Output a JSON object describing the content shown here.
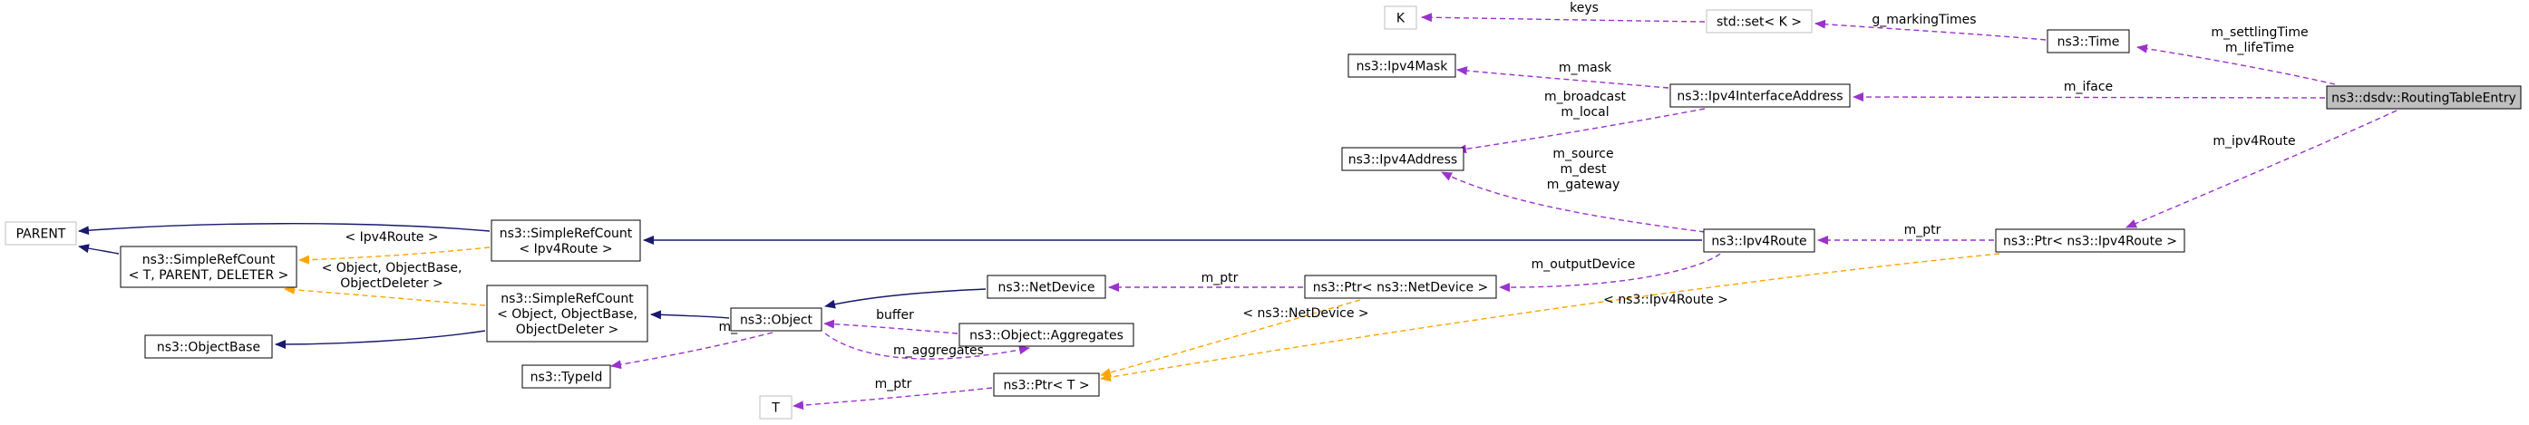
{
  "colors": {
    "usage_edge": "#9a32cd",
    "inherit_edge": "#191970",
    "template_edge": "#ffa500",
    "node_border": "#000000",
    "external_border": "#bfbfbf",
    "focus_fill": "#bfbfbf"
  },
  "nodes": [
    {
      "id": "routingtableentry",
      "lines": [
        "ns3::dsdv::RoutingTableEntry"
      ],
      "focus": true
    },
    {
      "id": "time",
      "lines": [
        "ns3::Time"
      ]
    },
    {
      "id": "setK",
      "lines": [
        "std::set< K >"
      ],
      "external": true
    },
    {
      "id": "K",
      "lines": [
        "K"
      ],
      "external": true
    },
    {
      "id": "ipv4interfaceaddress",
      "lines": [
        "ns3::Ipv4InterfaceAddress"
      ]
    },
    {
      "id": "ipv4mask",
      "lines": [
        "ns3::Ipv4Mask"
      ]
    },
    {
      "id": "ipv4address",
      "lines": [
        "ns3::Ipv4Address"
      ]
    },
    {
      "id": "ptr_ipv4route",
      "lines": [
        "ns3::Ptr< ns3::Ipv4Route >"
      ]
    },
    {
      "id": "ipv4route",
      "lines": [
        "ns3::Ipv4Route"
      ]
    },
    {
      "id": "simplerefcount_ipv4route",
      "lines": [
        "ns3::SimpleRefCount",
        "< Ipv4Route >"
      ]
    },
    {
      "id": "parent",
      "lines": [
        "PARENT"
      ],
      "external": true
    },
    {
      "id": "simplerefcount_t",
      "lines": [
        "ns3::SimpleRefCount",
        "< T, PARENT, DELETER >"
      ]
    },
    {
      "id": "objectbase",
      "lines": [
        "ns3::ObjectBase"
      ]
    },
    {
      "id": "simplerefcount_object",
      "lines": [
        "ns3::SimpleRefCount",
        "< Object, ObjectBase,",
        "ObjectDeleter >"
      ]
    },
    {
      "id": "object",
      "lines": [
        "ns3::Object"
      ]
    },
    {
      "id": "typeid",
      "lines": [
        "ns3::TypeId"
      ]
    },
    {
      "id": "netdevice",
      "lines": [
        "ns3::NetDevice"
      ]
    },
    {
      "id": "aggregates",
      "lines": [
        "ns3::Object::Aggregates"
      ]
    },
    {
      "id": "ptr_t",
      "lines": [
        "ns3::Ptr< T >"
      ]
    },
    {
      "id": "T",
      "lines": [
        "T"
      ],
      "external": true
    },
    {
      "id": "ptr_netdevice",
      "lines": [
        "ns3::Ptr< ns3::NetDevice >"
      ]
    }
  ],
  "edges": [
    {
      "id": "settlingtime",
      "label": [
        "m_settlingTime",
        "m_lifeTime"
      ]
    },
    {
      "id": "markingtimes",
      "label": [
        "g_markingTimes"
      ]
    },
    {
      "id": "keys",
      "label": [
        "keys"
      ]
    },
    {
      "id": "iface",
      "label": [
        "m_iface"
      ]
    },
    {
      "id": "mask",
      "label": [
        "m_mask"
      ]
    },
    {
      "id": "broadcast",
      "label": [
        "m_broadcast",
        "m_local"
      ]
    },
    {
      "id": "ipv4route_ptr",
      "label": [
        "m_ipv4Route"
      ]
    },
    {
      "id": "source",
      "label": [
        "m_source",
        "m_dest",
        "m_gateway"
      ]
    },
    {
      "id": "ptr_to_route",
      "label": [
        "m_ptr"
      ]
    },
    {
      "id": "inherit_srcipv4",
      "label": []
    },
    {
      "id": "inherit_parent1",
      "label": []
    },
    {
      "id": "inherit_parent2",
      "label": []
    },
    {
      "id": "tmpl_ipv4route",
      "label": [
        "< Ipv4Route >"
      ]
    },
    {
      "id": "tmpl_object",
      "label": [
        "< Object, ObjectBase,",
        "ObjectDeleter >"
      ]
    },
    {
      "id": "inherit_objectbase",
      "label": []
    },
    {
      "id": "inherit_object",
      "label": []
    },
    {
      "id": "tid",
      "label": [
        "m_tid"
      ]
    },
    {
      "id": "inherit_netdevice",
      "label": []
    },
    {
      "id": "buffer",
      "label": [
        "buffer"
      ]
    },
    {
      "id": "aggregates_edge",
      "label": [
        "m_aggregates"
      ]
    },
    {
      "id": "ptr_netdev_edge",
      "label": [
        "m_ptr"
      ]
    },
    {
      "id": "outputdevice",
      "label": [
        "m_outputDevice"
      ]
    },
    {
      "id": "tmpl_netdevice",
      "label": [
        "< ns3::NetDevice >"
      ]
    },
    {
      "id": "tmpl_ipv4route2",
      "label": [
        "< ns3::Ipv4Route >"
      ]
    },
    {
      "id": "ptr_T",
      "label": [
        "m_ptr"
      ]
    }
  ]
}
